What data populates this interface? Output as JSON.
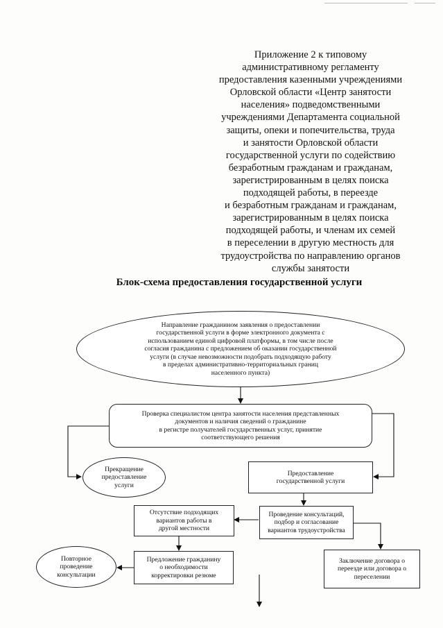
{
  "appendix": {
    "lines": [
      "Приложение 2 к типовому",
      "административному регламенту",
      "предоставления казенными учреждениями",
      "Орловской области «Центр занятости",
      "населения» подведомственными",
      "учреждениями Департамента социальной",
      "защиты, опеки и попечительства, труда",
      "и занятости Орловской области",
      "государственной услуги по содействию",
      "безработным гражданам и гражданам,",
      "зарегистрированным в целях поиска",
      "подходящей работы, в переезде",
      "и безработным гражданам и гражданам,",
      "зарегистрированным в целях поиска",
      "подходящей работы, и членам их семей",
      "в переселении в другую местность для",
      "трудоустройства по направлению органов",
      "службы занятости"
    ]
  },
  "flowchart": {
    "title": "Блок-схема предоставления государственной услуги",
    "nodes": {
      "application": [
        "Направление  гражданином заявления о предоставлении",
        "государственной услуги в форме электронного документа с",
        "использованием единой цифровой платформы, в том числе после",
        "согласия гражданина с предложением об оказании государственной",
        "услуги (в случае невозможности подобрать подходящую работу",
        "в пределах административно-территориальных границ",
        "населенного пункта)"
      ],
      "verification": [
        "Проверка специалистом центра занятости населения представленных",
        "документов и наличия сведений о гражданине",
        "в регистре получателей государственных услуг, принятие",
        "соответствующего решения"
      ],
      "termination": [
        "Прекращение",
        "предоставление",
        "услуги"
      ],
      "provision": [
        "Предоставление",
        "государственной услуги"
      ],
      "consultations": [
        "Проведение консультаций,",
        "подбор и согласование",
        "вариантов трудоустройства"
      ],
      "no_options": [
        "Отсутствие подходящих",
        "вариантов работы в",
        "другой местности"
      ],
      "contract": [
        "Заключение договора о",
        "переезде или договора о",
        "переселении"
      ],
      "resume": [
        "Предложение гражданину",
        "о необходимости",
        "корректировки резюме"
      ],
      "repeat": [
        "Повторное",
        "проведение",
        "консультации"
      ]
    }
  }
}
